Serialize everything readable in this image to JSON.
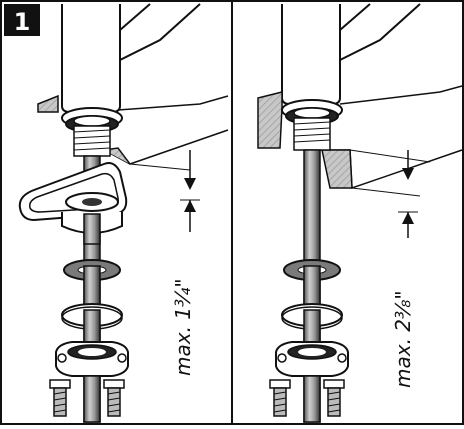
{
  "step_number": "1",
  "left_panel": {
    "dimension_label": "max. 1¾\""
  },
  "right_panel": {
    "dimension_label": "max. 2⅜\""
  }
}
